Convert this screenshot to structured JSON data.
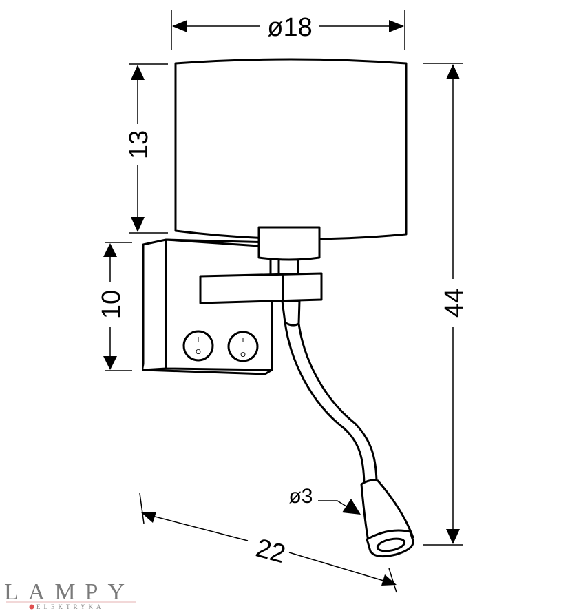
{
  "dimensions": {
    "shade_diameter": "ø18",
    "shade_height": "13",
    "backplate_height": "10",
    "total_height": "44",
    "head_diameter": "ø3",
    "projection": "22"
  },
  "switches": [
    {
      "on_label": "I",
      "off_label": "O"
    },
    {
      "on_label": "I",
      "off_label": "O"
    }
  ],
  "logo": {
    "name": "LAMPY",
    "tagline": "ELEKTRYKA",
    "accent_color": "#e05050"
  }
}
